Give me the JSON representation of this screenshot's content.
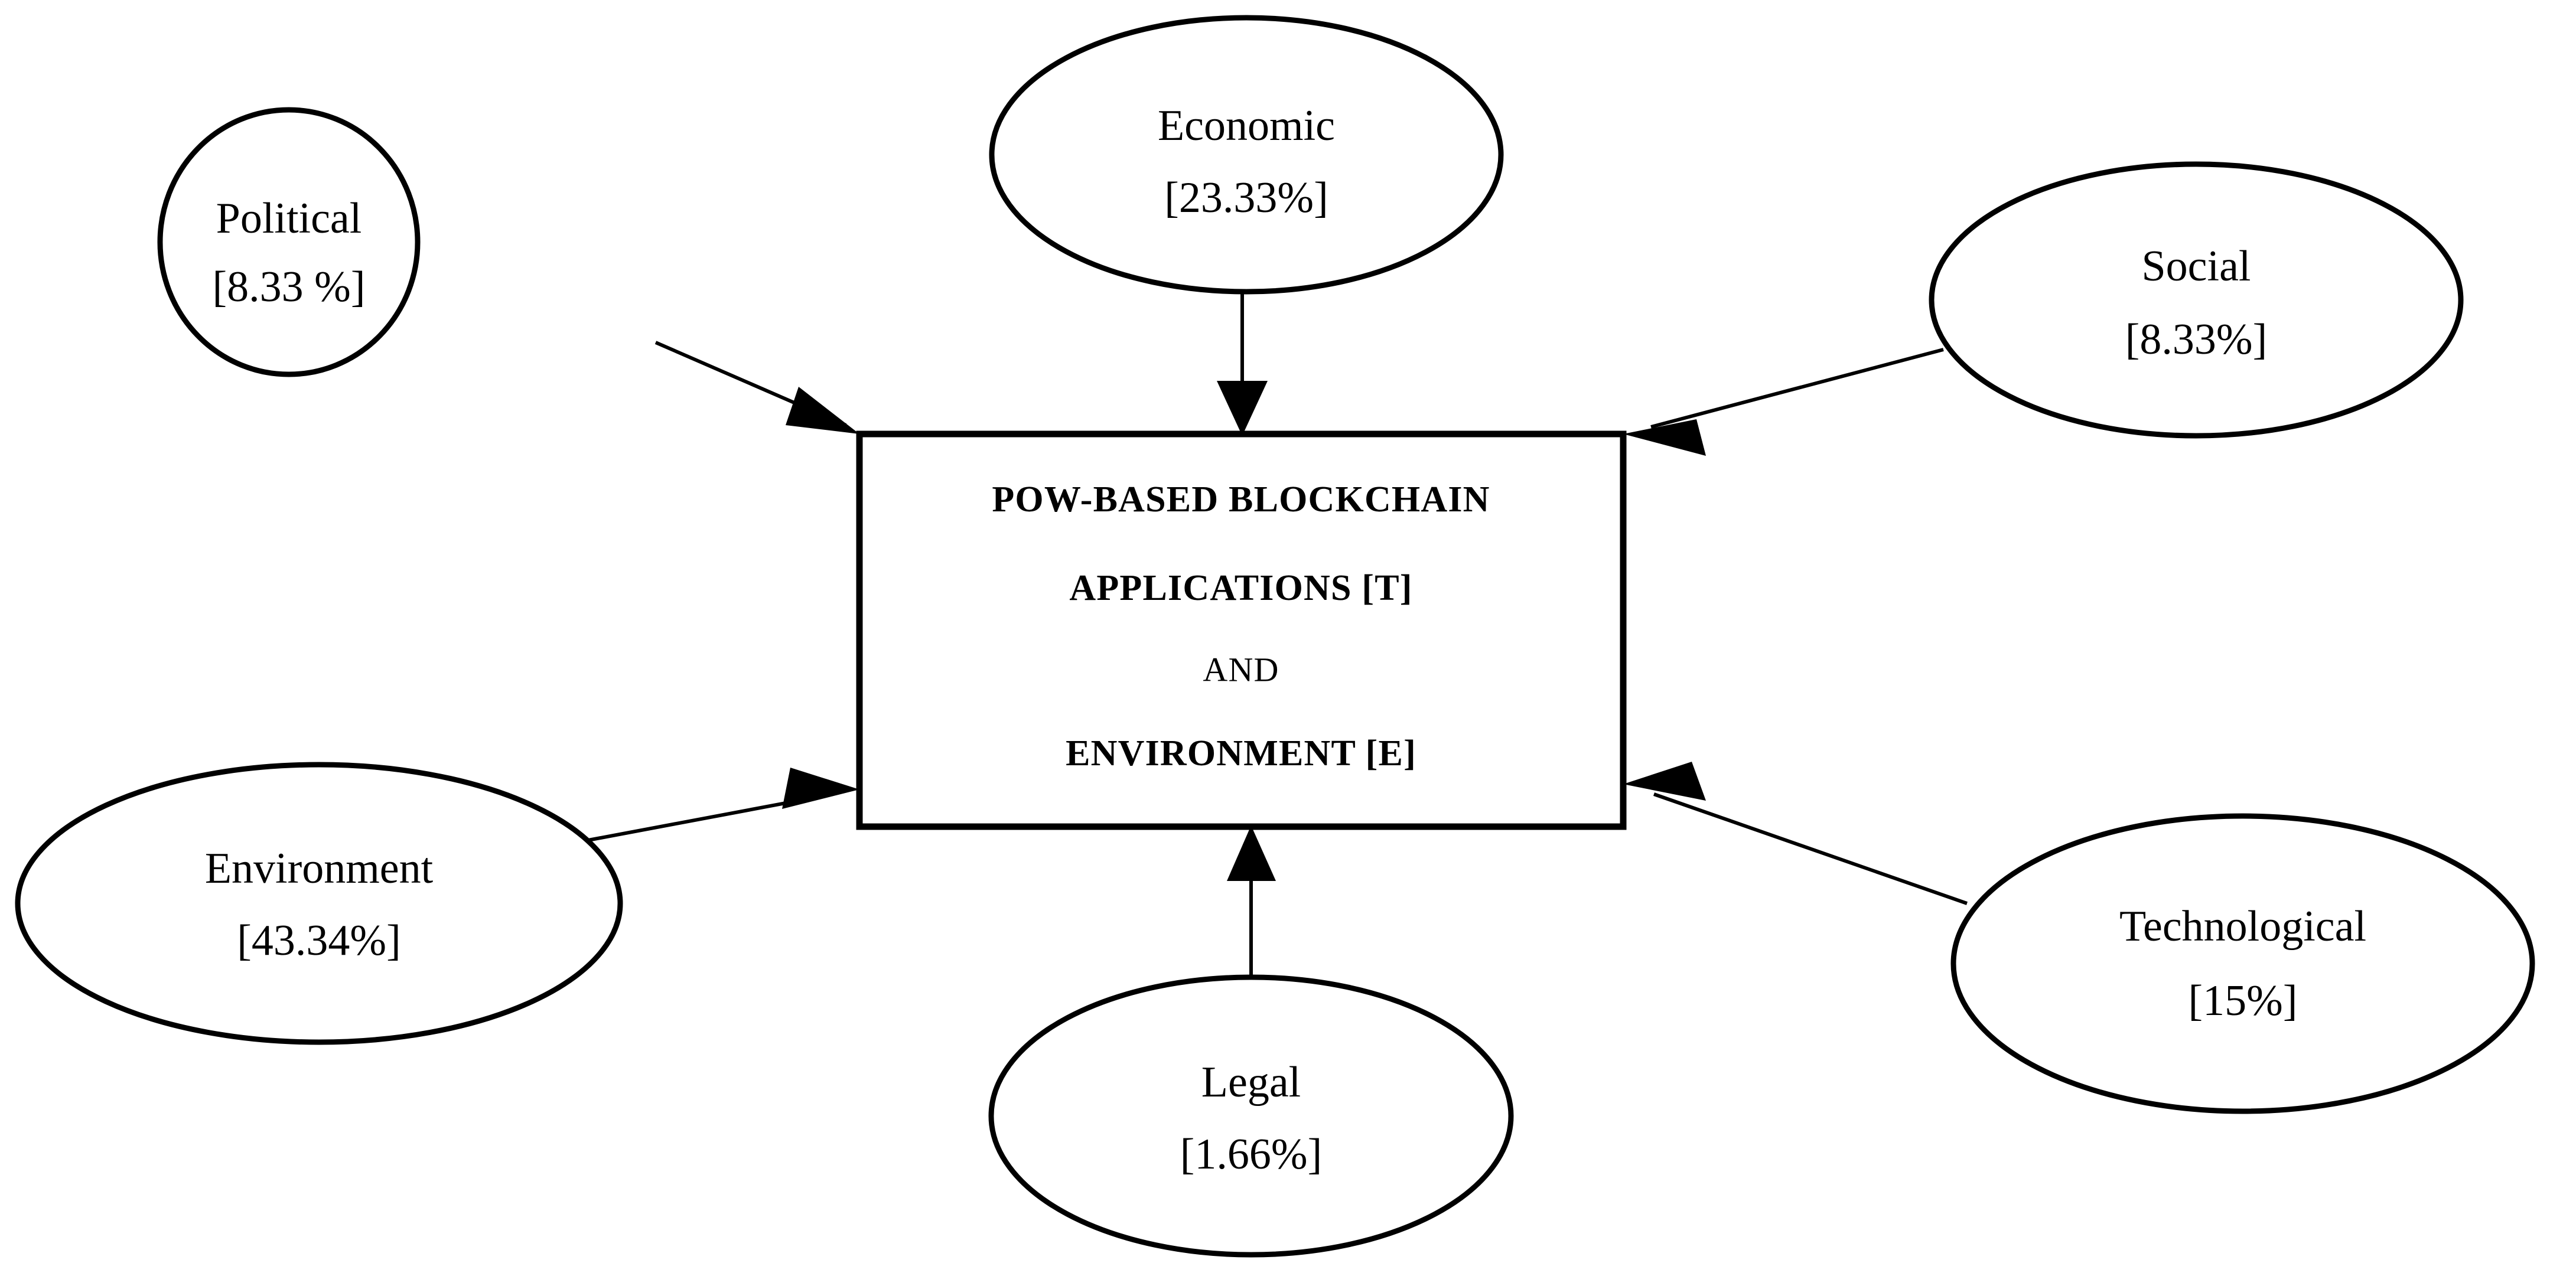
{
  "diagram": {
    "type": "pestle-influence-diagram",
    "center": {
      "name": "center-node",
      "lines": [
        "POW-BASED BLOCKCHAIN",
        "APPLICATIONS [T]",
        "AND",
        "ENVIRONMENT  [E]"
      ],
      "line1": "POW-BASED BLOCKCHAIN",
      "line2": "APPLICATIONS [T]",
      "line3": "AND",
      "line4": "ENVIRONMENT  [E]"
    },
    "factors": [
      {
        "id": "political",
        "label": "Political",
        "value": "[8.33 %]",
        "percent": 8.33
      },
      {
        "id": "economic",
        "label": "Economic",
        "value": "[23.33%]",
        "percent": 23.33
      },
      {
        "id": "social",
        "label": "Social",
        "value": "[8.33%]",
        "percent": 8.33
      },
      {
        "id": "environment",
        "label": "Environment",
        "value": "[43.34%]",
        "percent": 43.34
      },
      {
        "id": "legal",
        "label": "Legal",
        "value": "[1.66%]",
        "percent": 1.66
      },
      {
        "id": "technological",
        "label": "Technological",
        "value": "[15%]",
        "percent": 15
      }
    ],
    "colors": {
      "stroke": "#000000",
      "fill": "#ffffff",
      "background": "#ffffff"
    }
  },
  "chart_data": {
    "type": "pie",
    "title": "POW-BASED BLOCKCHAIN APPLICATIONS [T] AND ENVIRONMENT [E]",
    "categories": [
      "Political",
      "Economic",
      "Social",
      "Environment",
      "Legal",
      "Technological"
    ],
    "values": [
      8.33,
      23.33,
      8.33,
      43.34,
      1.66,
      15
    ],
    "labels": [
      "[8.33 %]",
      "[23.33%]",
      "[8.33%]",
      "[43.34%]",
      "[1.66%]",
      "[15%]"
    ],
    "xlabel": "",
    "ylabel": "",
    "legend": "none",
    "grid": false
  }
}
